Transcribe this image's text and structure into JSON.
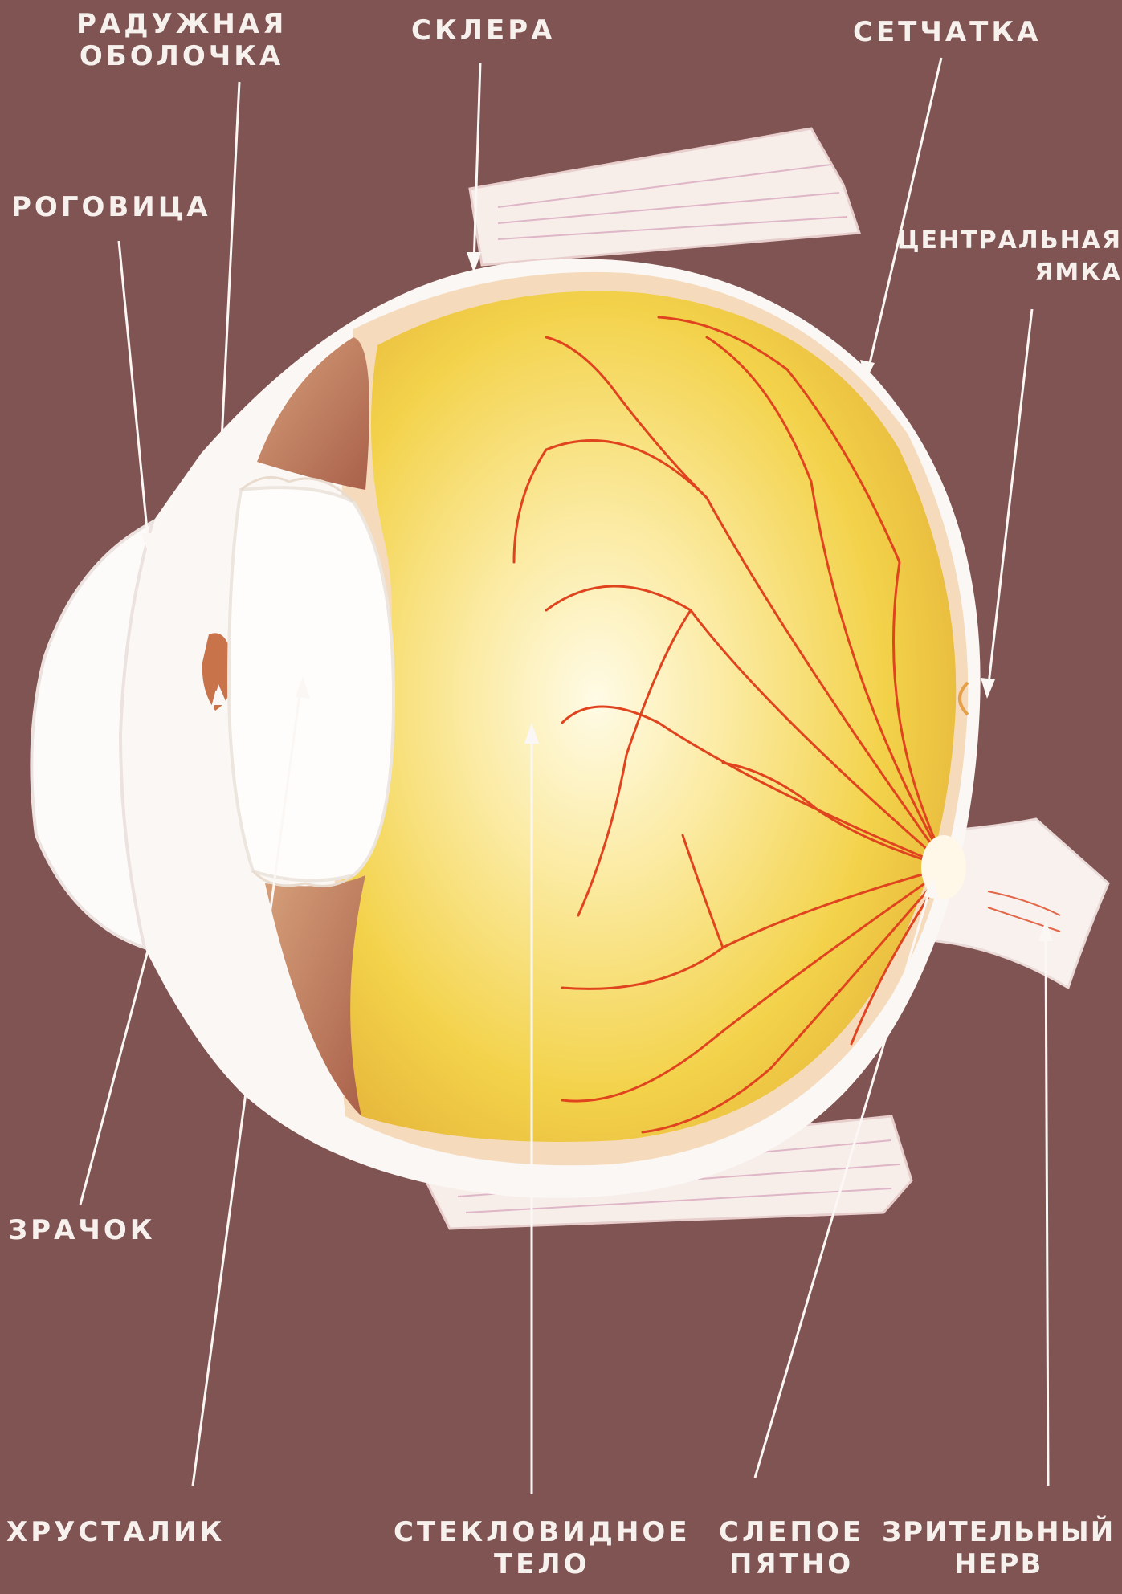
{
  "labels": {
    "iris": [
      "РАДУЖНАЯ",
      "ОБОЛОЧКА"
    ],
    "sclera": "СКЛЕРА",
    "retina": "СЕТЧАТКА",
    "cornea": "РОГОВИЦА",
    "fovea": [
      "ЦЕНТРАЛЬНАЯ",
      "ЯМКА"
    ],
    "pupil": "ЗРАЧОК",
    "lens": "ХРУСТАЛИК",
    "vitreous": [
      "СТЕКЛОВИДНОЕ",
      "ТЕЛО"
    ],
    "blind_spot": [
      "СЛЕПОЕ",
      "ПЯТНО"
    ],
    "optic_nerve": [
      "ЗРИТЕЛЬНЫЙ",
      "НЕРВ"
    ]
  },
  "colors": {
    "background": "#7f5452",
    "sclera": "#fbf7f4",
    "vitreous": "#f3d24a",
    "vessels": "#e0441f",
    "iris": "#c8734a",
    "label": "#f7f1ee"
  }
}
